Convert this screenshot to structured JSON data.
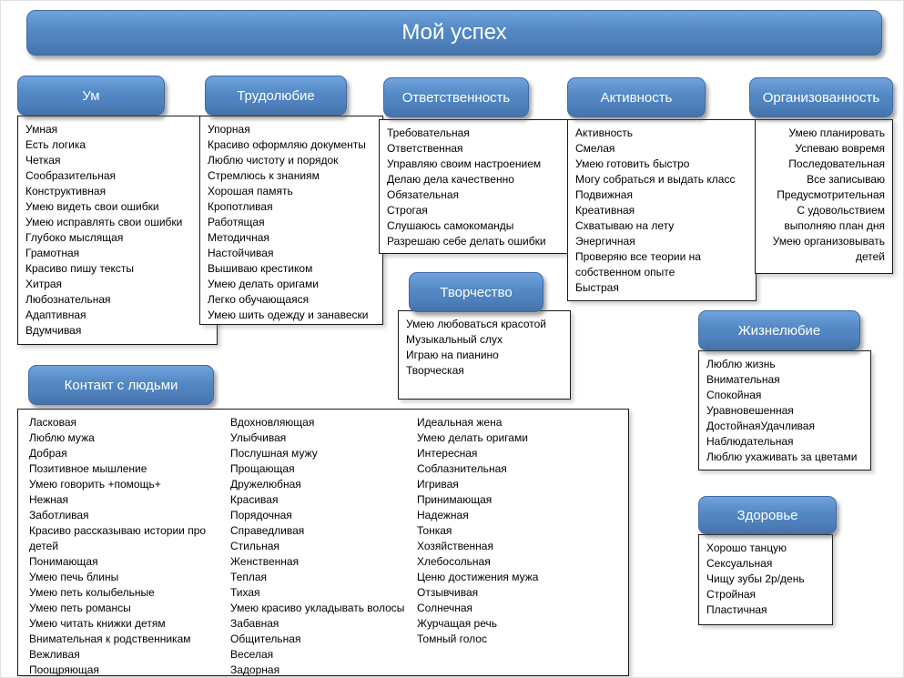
{
  "title": "Мой успех",
  "colors": {
    "header_blue": "#4f81bd",
    "header_blue_light": "#71a3dd",
    "header_border": "#3f6ba3",
    "box_border": "#1a1a1a",
    "text": "#000000"
  },
  "sections": {
    "um": {
      "label": "Ум",
      "items": [
        "Умная",
        "Есть логика",
        "Четкая",
        "Сообразительная",
        "Конструктивная",
        "Умею видеть свои ошибки",
        "Умею исправлять свои ошибки",
        "Глубоко мыслящая",
        "Грамотная",
        "Красиво пишу тексты",
        "Хитрая",
        "Любознательная",
        "Адаптивная",
        "Вдумчивая"
      ]
    },
    "trudolyubie": {
      "label": "Трудолюбие",
      "items": [
        "Упорная",
        "Красиво оформляю документы",
        "Люблю чистоту и порядок",
        "Стремлюсь к знаниям",
        "Хорошая память",
        "Кропотливая",
        "Работящая",
        "Методичная",
        "Настойчивая",
        "Вышиваю крестиком",
        "Умею делать оригами",
        "Легко обучающаяся",
        "Умею шить одежду и занавески"
      ]
    },
    "otvetstvennost": {
      "label": "Ответственность",
      "items": [
        "Требовательная",
        "Ответственная",
        "Управляю своим настроением",
        "Делаю дела качественно",
        "Обязательная",
        "Строгая",
        "Слушаюсь самокоманды",
        "Разрешаю себе делать ошибки"
      ]
    },
    "aktivnost": {
      "label": "Активность",
      "items": [
        "Активность",
        "Смелая",
        "Умею готовить быстро",
        "Могу собраться и выдать класс",
        "Подвижная",
        "Креативная",
        "Схватываю на лету",
        "Энергичная",
        "Проверяю все теории на собственном опыте",
        "Быстрая"
      ]
    },
    "organizovannost": {
      "label": "Организованность",
      "items": [
        "Умею планировать",
        "Успеваю вовремя",
        "Последовательная",
        "Все записываю",
        "Предусмотрительная",
        "С удовольствием выполняю план дня",
        "Умею организовывать детей"
      ]
    },
    "tvorchestvo": {
      "label": "Творчество",
      "items": [
        "Умею любоваться красотой",
        "Музыкальный слух",
        "Играю на пианино",
        "Творческая"
      ]
    },
    "zhiznelyubie": {
      "label": "Жизнелюбие",
      "items": [
        "Люблю жизнь",
        "Внимательная",
        "Спокойная",
        "Уравновешенная",
        "ДостойнаяУдачливая",
        "Наблюдательная",
        "Люблю ухаживать за цветами"
      ]
    },
    "kontakt": {
      "label": "Контакт с людьми",
      "columns": {
        "col1": [
          "Ласковая",
          "Люблю мужа",
          "Добрая",
          "Позитивное мышление",
          "Умею говорить +помощь+",
          "Нежная",
          "Заботливая",
          "Красиво рассказываю истории про детей",
          "Понимающая",
          "Умею печь блины",
          "Умею петь колыбельные",
          "Умею петь романсы",
          "Умею читать книжки детям",
          "Внимательная к родственникам",
          "Вежливая",
          "Поощряющая"
        ],
        "col2": [
          "Вдохновляющая",
          "Улыбчивая",
          "Послушная мужу",
          "Прощающая",
          "Дружелюбная",
          "Красивая",
          "Порядочная",
          "Справедливая",
          "Стильная",
          "Женственная",
          "Теплая",
          "Тихая",
          "Умею красиво укладывать волосы",
          "Забавная",
          "Общительная",
          "Веселая",
          "Задорная"
        ],
        "col3": [
          "Идеальная жена",
          "Умею делать оригами",
          "Интересная",
          "Соблазнительная",
          "Игривая",
          "Принимающая",
          "Надежная",
          "Тонкая",
          "Хозяйственная",
          "Хлебосольная",
          "Ценю достижения мужа",
          "Отзывчивая",
          "Солнечная",
          "Журчащая речь",
          "Томный голос"
        ]
      }
    },
    "zdorovie": {
      "label": "Здоровье",
      "items": [
        "Хорошо танцую",
        "Сексуальная",
        "Чищу зубы 2р/день",
        "Стройная",
        "Пластичная"
      ]
    }
  }
}
